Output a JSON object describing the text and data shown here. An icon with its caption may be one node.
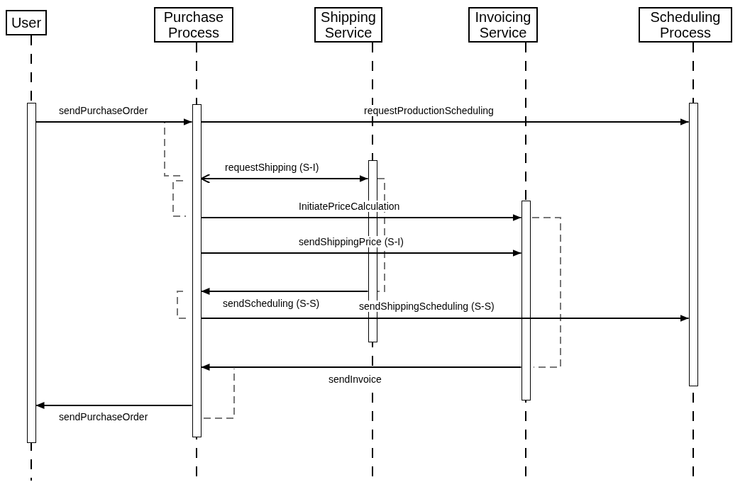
{
  "diagram": {
    "nodes": [
      {
        "text": [
          "User"
        ]
      },
      {
        "text": [
          "Purchase Process"
        ]
      },
      {
        "text": [
          "Shipping Service"
        ]
      },
      {
        "text": [
          "Invoicing Service"
        ]
      },
      {
        "text": [
          "Scheduling Process"
        ]
      },
      {
        "text": [],
        "shape": "bar"
      },
      {
        "text": [],
        "shape": "bar"
      },
      {
        "text": [],
        "shape": "bar"
      },
      {
        "text": [],
        "shape": "bar"
      },
      {
        "text": [],
        "shape": "bar"
      }
    ],
    "edges": [
      {
        "from": 5,
        "to": 6,
        "arrow": "to",
        "label": "sendPurchaseOrder"
      },
      {
        "from": 6,
        "to": 9,
        "arrow": "to",
        "label": "requestProductionScheduling"
      },
      {
        "from": 6,
        "to": 7,
        "arrow": "both",
        "label": "requestShipping (S-I)"
      },
      {
        "from": 6,
        "to": 8,
        "arrow": "to",
        "label": "InitiatePriceCalculation"
      },
      {
        "from": 6,
        "to": 8,
        "arrow": "to",
        "label": "sendShippingPrice (S-I)"
      },
      {
        "from": 7,
        "to": 6,
        "arrow": "to",
        "label": "sendScheduling (S-S)"
      },
      {
        "from": 6,
        "to": 9,
        "arrow": "to",
        "label": "sendShippingScheduling (S-S)"
      },
      {
        "from": 8,
        "to": 6,
        "arrow": "to",
        "label": "sendInvoice"
      },
      {
        "from": 6,
        "to": 5,
        "arrow": "to",
        "label": "sendPurchaseOrder"
      }
    ]
  }
}
